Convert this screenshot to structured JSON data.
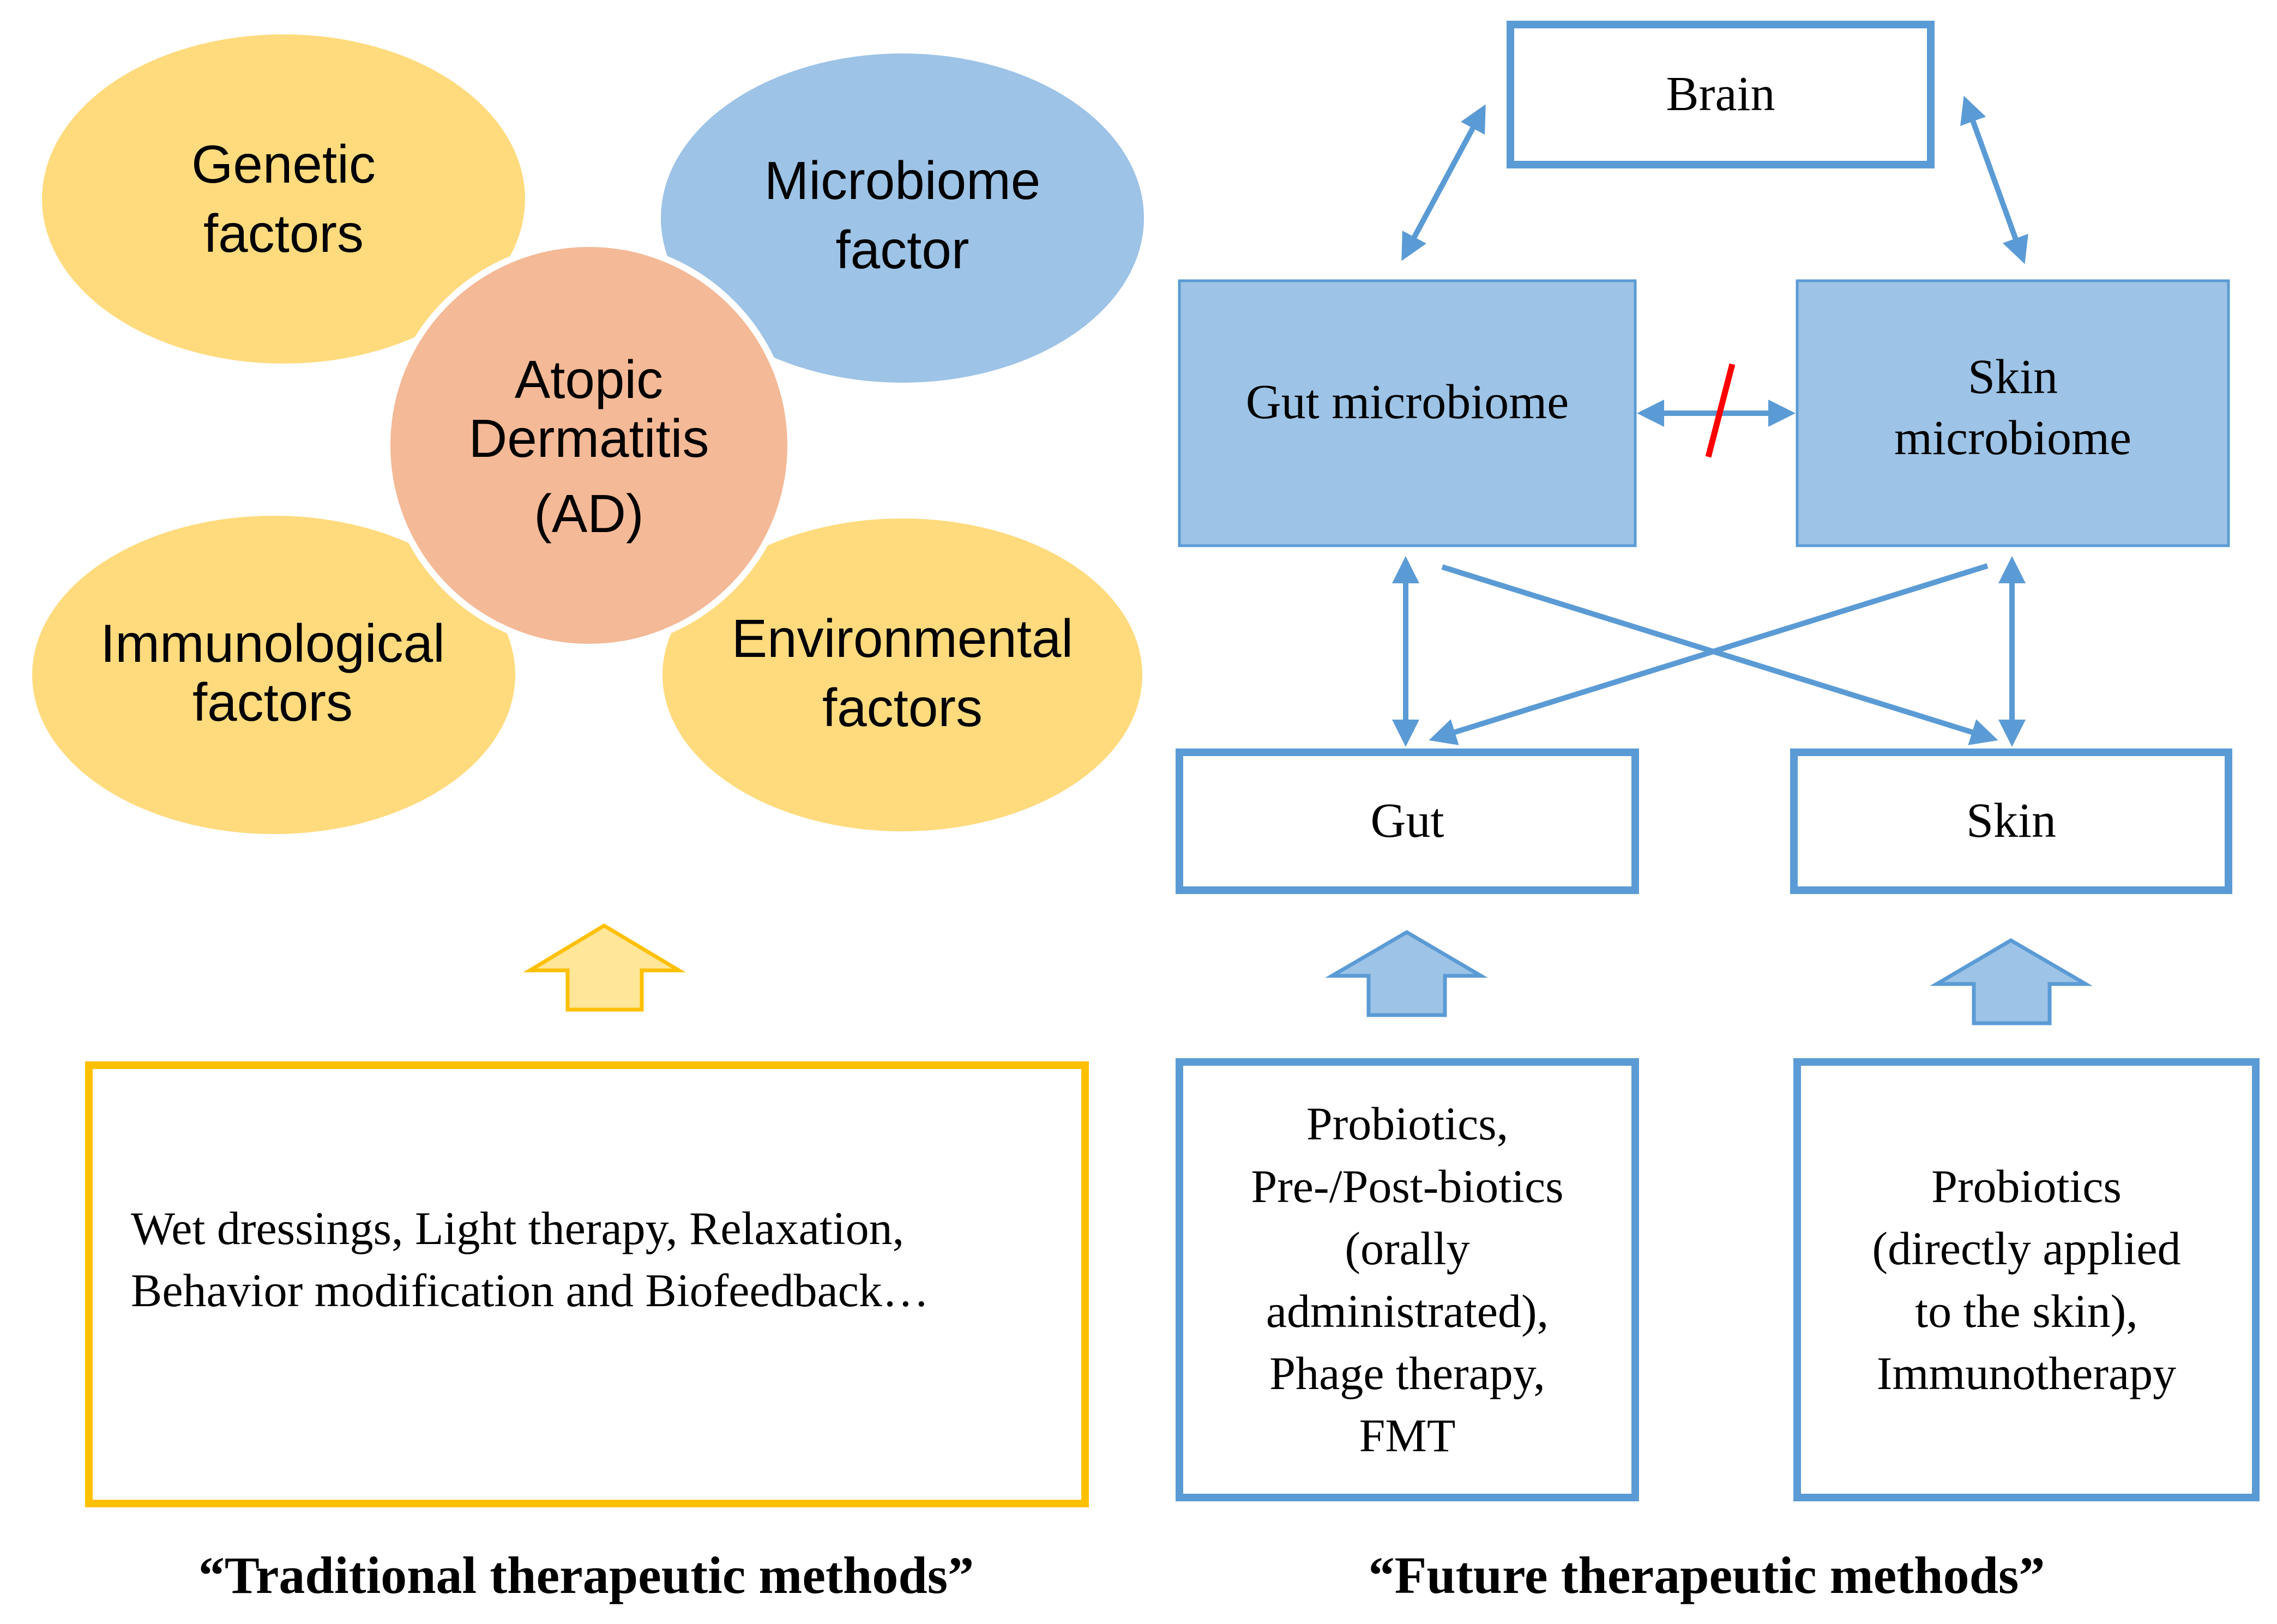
{
  "colors": {
    "yellow_fill": "#FFDB7E",
    "blue_fill": "#9DC3E6",
    "center_fill": "#F4B996",
    "box_border_blue": "#5B9BD5",
    "box_border_yellow": "#FFC000",
    "arrow_blue": "#5B9BD5",
    "block_mark_red": "#FF0000"
  },
  "left": {
    "center": {
      "line1": "Atopic",
      "line2": "Dermatitis",
      "line3": "(AD)"
    },
    "factors": {
      "genetic": "Genetic\nfactors",
      "microbiome": "Microbiome\nfactor",
      "immunological": "Immunological\nfactors",
      "environmental": "Environmental\nfactors"
    },
    "methods_box": "Wet dressings, Light therapy, Relaxation,\nBehavior modification and Biofeedback…",
    "caption": "“Traditional therapeutic methods”"
  },
  "right": {
    "brain": "Brain",
    "gut_microbiome": "Gut microbiome",
    "skin_microbiome": "Skin\nmicrobiome",
    "gut": "Gut",
    "skin": "Skin",
    "gut_methods": "Probiotics,\nPre-/Post-biotics\n(orally\nadministrated),\nPhage therapy,\nFMT",
    "skin_methods": "Probiotics\n(directly applied\nto the skin),\nImmunotherapy",
    "caption": "“Future therapeutic methods”"
  }
}
